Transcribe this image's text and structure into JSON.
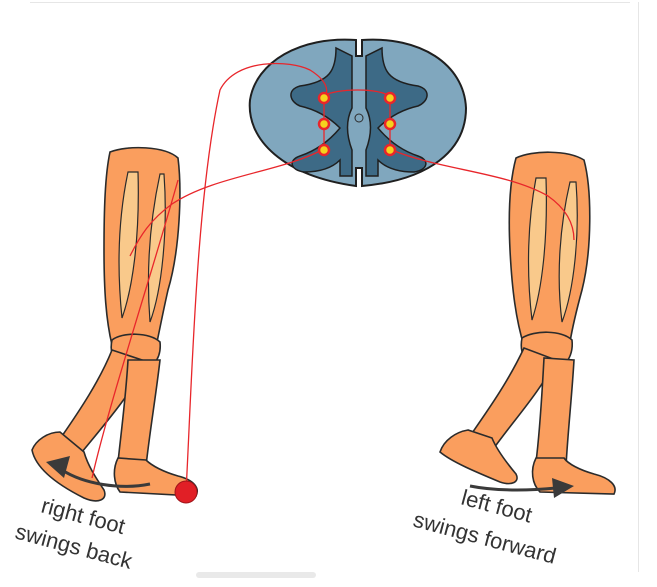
{
  "labels": {
    "right_line1": "right foot",
    "right_line2": "swings back",
    "left_line1": "left foot",
    "left_line2": "swings forward"
  },
  "colors": {
    "leg": "#FA9E5E",
    "leg_stroke": "#2b2b2b",
    "muscle": "#F9C98B",
    "cord_outer": "#80A7BE",
    "cord_inner": "#3D6A86",
    "nerve": "#E8262B",
    "neuron_fill": "#F5D21E",
    "neuron_ring": "#E8262B",
    "arrow": "#3a3a3a"
  }
}
